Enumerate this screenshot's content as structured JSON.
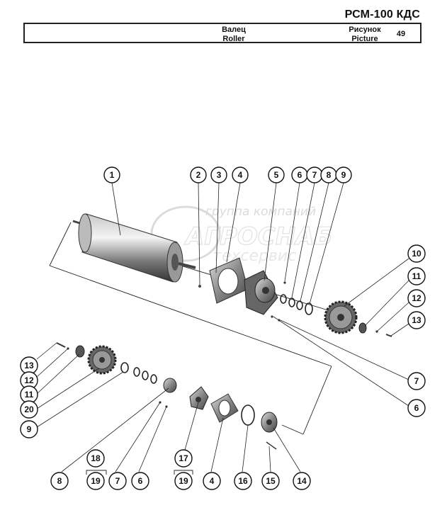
{
  "header": {
    "model": "РСМ-100 КДС",
    "title_ru": "Валец",
    "title_en": "Roller",
    "figure_label_ru": "Рисунок",
    "figure_label_en": "Picture",
    "figure_number": "49"
  },
  "watermark": {
    "line1": "группа компаний",
    "line2": "АГРОСНАБ",
    "line3": "техсервис"
  },
  "callouts": {
    "c1": "1",
    "c2": "2",
    "c3": "3",
    "c4": "4",
    "c5": "5",
    "c6": "6",
    "c7": "7",
    "c8": "8",
    "c9": "9",
    "c10": "10",
    "c11": "11",
    "c12": "12",
    "c13": "13",
    "c7b": "7",
    "c6b": "6",
    "l13": "13",
    "l12": "12",
    "l11": "11",
    "l20": "20",
    "l9": "9",
    "b8": "8",
    "b18": "18",
    "b19a": "19",
    "b7": "7",
    "b6": "6",
    "b17": "17",
    "b19b": "19",
    "b4": "4",
    "b16": "16",
    "b15": "15",
    "b14": "14"
  }
}
